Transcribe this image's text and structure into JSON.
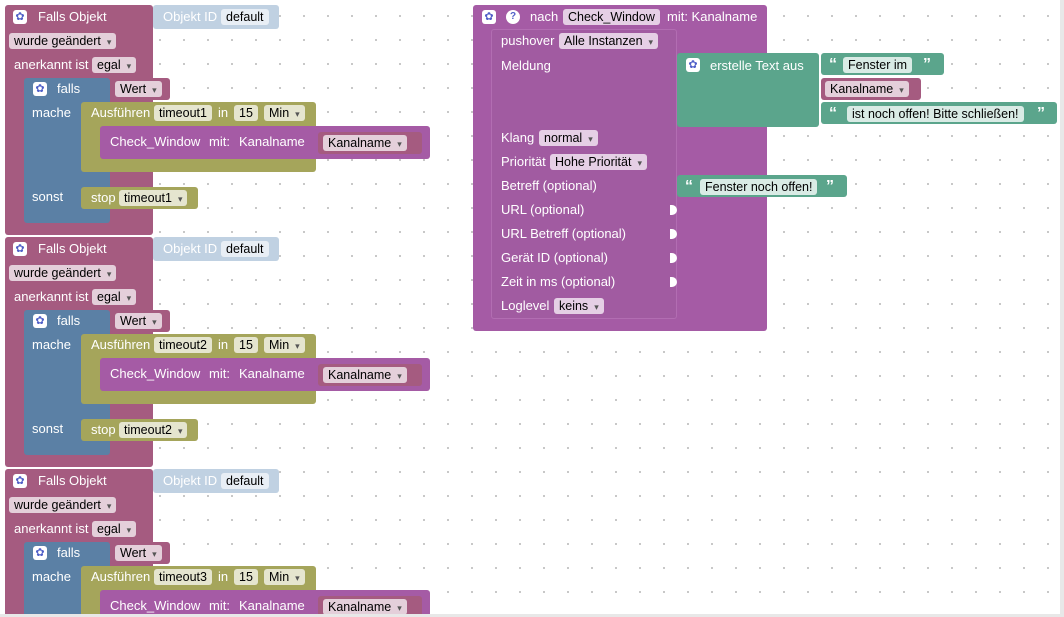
{
  "trigger": {
    "title": "Falls Objekt",
    "object_id_label": "Objekt ID",
    "object_id_value": "default",
    "event": "wurde geändert",
    "ack_label": "anerkannt ist",
    "ack_value": "egal"
  },
  "if_block": {
    "falls": "falls",
    "mache": "mache",
    "sonst": "sonst",
    "value": "Wert"
  },
  "timeout_block": {
    "label": "Ausführen",
    "in": "in",
    "delay": "15",
    "unit": "Min"
  },
  "call": {
    "name": "Check_Window",
    "mit": "mit:",
    "param": "Kanalname",
    "arg": "Kanalname"
  },
  "stop_label": "stop",
  "blocks": [
    {
      "timeout": "timeout1"
    },
    {
      "timeout": "timeout2"
    },
    {
      "timeout": "timeout3"
    }
  ],
  "procedure": {
    "nach": "nach",
    "name": "Check_Window",
    "mit_label": "mit: Kanalname"
  },
  "pushover": {
    "label": "pushover",
    "instance": "Alle Instanzen",
    "meldung": "Meldung",
    "create_text": "erstelle Text aus",
    "text_parts": [
      "Fenster im",
      "Kanalname",
      "ist noch offen! Bitte schließen!"
    ],
    "klang_label": "Klang",
    "klang_value": "normal",
    "prio_label": "Priorität",
    "prio_value": "Hohe Priorität",
    "betreff_label": "Betreff (optional)",
    "betreff_value": "Fenster noch offen!",
    "url_label": "URL (optional)",
    "url_betreff_label": "URL Betreff (optional)",
    "geraet_label": "Gerät ID (optional)",
    "zeit_label": "Zeit in ms (optional)",
    "loglevel_label": "Loglevel",
    "loglevel_value": "keins"
  },
  "icons": {
    "gear": "gear-icon",
    "help": "help-icon"
  }
}
